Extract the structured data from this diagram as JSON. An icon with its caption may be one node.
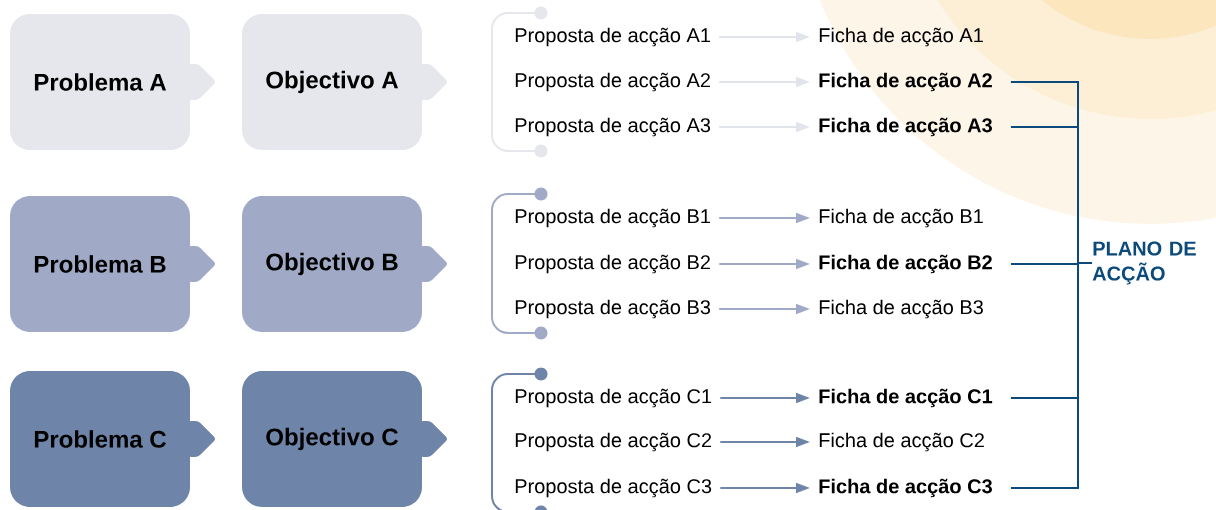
{
  "diagram": {
    "nodes": [
      {
        "text": [
          "Problema A"
        ]
      },
      {
        "text": [
          "Objectivo A"
        ]
      },
      {
        "text": [
          "Proposta de acção A1"
        ]
      },
      {
        "text": [
          "Proposta de acção A2"
        ]
      },
      {
        "text": [
          "Proposta de acção A3"
        ]
      },
      {
        "text": [
          "Ficha de acção A1"
        ]
      },
      {
        "text": [
          "Ficha de acção A2"
        ]
      },
      {
        "text": [
          "Ficha de acção A3"
        ]
      },
      {
        "text": [
          "Problema B"
        ]
      },
      {
        "text": [
          "Objectivo B"
        ]
      },
      {
        "text": [
          "Proposta de acção B1"
        ]
      },
      {
        "text": [
          "Proposta de acção B2"
        ]
      },
      {
        "text": [
          "Proposta de acção B3"
        ]
      },
      {
        "text": [
          "Ficha de acção B1"
        ]
      },
      {
        "text": [
          "Ficha de acção B2"
        ]
      },
      {
        "text": [
          "Ficha de acção B3"
        ]
      },
      {
        "text": [
          "Problema C"
        ]
      },
      {
        "text": [
          "Objectivo C"
        ]
      },
      {
        "text": [
          "Proposta de acção C1"
        ]
      },
      {
        "text": [
          "Proposta de acção C2"
        ]
      },
      {
        "text": [
          "Proposta de acção C3"
        ]
      },
      {
        "text": [
          "Ficha de acção C1"
        ]
      },
      {
        "text": [
          "Ficha de acção C2"
        ]
      },
      {
        "text": [
          "Ficha de acção C3"
        ]
      },
      {
        "text": [
          "PLANO DE ACÇÃO"
        ]
      }
    ],
    "edges": [
      {
        "from": 0,
        "to": 1,
        "arrow": "to",
        "color": "#e6e7ec"
      },
      {
        "from": 2,
        "to": 5,
        "arrow": "to",
        "color": "#e2e4ec"
      },
      {
        "from": 3,
        "to": 6,
        "arrow": "to",
        "color": "#e2e4ec"
      },
      {
        "from": 4,
        "to": 7,
        "arrow": "to",
        "color": "#e2e4ec"
      },
      {
        "from": 8,
        "to": 9,
        "arrow": "to",
        "color": "#a0aac6"
      },
      {
        "from": 10,
        "to": 13,
        "arrow": "to",
        "color": "#a0aac6"
      },
      {
        "from": 11,
        "to": 14,
        "arrow": "to",
        "color": "#a0aac6"
      },
      {
        "from": 12,
        "to": 15,
        "arrow": "to",
        "color": "#a0aac6"
      },
      {
        "from": 16,
        "to": 17,
        "arrow": "to",
        "color": "#6e84a8"
      },
      {
        "from": 18,
        "to": 21,
        "arrow": "to",
        "color": "#6e84a8"
      },
      {
        "from": 19,
        "to": 22,
        "arrow": "to",
        "color": "#6e84a8"
      },
      {
        "from": 20,
        "to": 23,
        "arrow": "to",
        "color": "#6e84a8"
      },
      {
        "from": 6,
        "to": 24,
        "arrow": "none",
        "color": "#0b4a7a"
      },
      {
        "from": 7,
        "to": 24,
        "arrow": "none",
        "color": "#0b4a7a"
      },
      {
        "from": 14,
        "to": 24,
        "arrow": "none",
        "color": "#0b4a7a"
      },
      {
        "from": 21,
        "to": 24,
        "arrow": "none",
        "color": "#0b4a7a"
      },
      {
        "from": 23,
        "to": 24,
        "arrow": "none",
        "color": "#0b4a7a"
      }
    ]
  }
}
